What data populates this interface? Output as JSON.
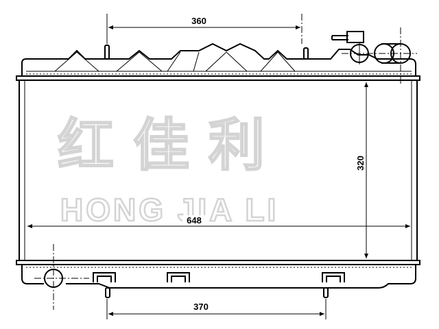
{
  "dimensions": {
    "top_pipe_spacing": "360",
    "core_width": "648",
    "core_height": "320",
    "bottom_pipe_spacing": "370"
  },
  "watermark": {
    "chinese": "红佳利",
    "latin": "HONG JIA LI"
  }
}
